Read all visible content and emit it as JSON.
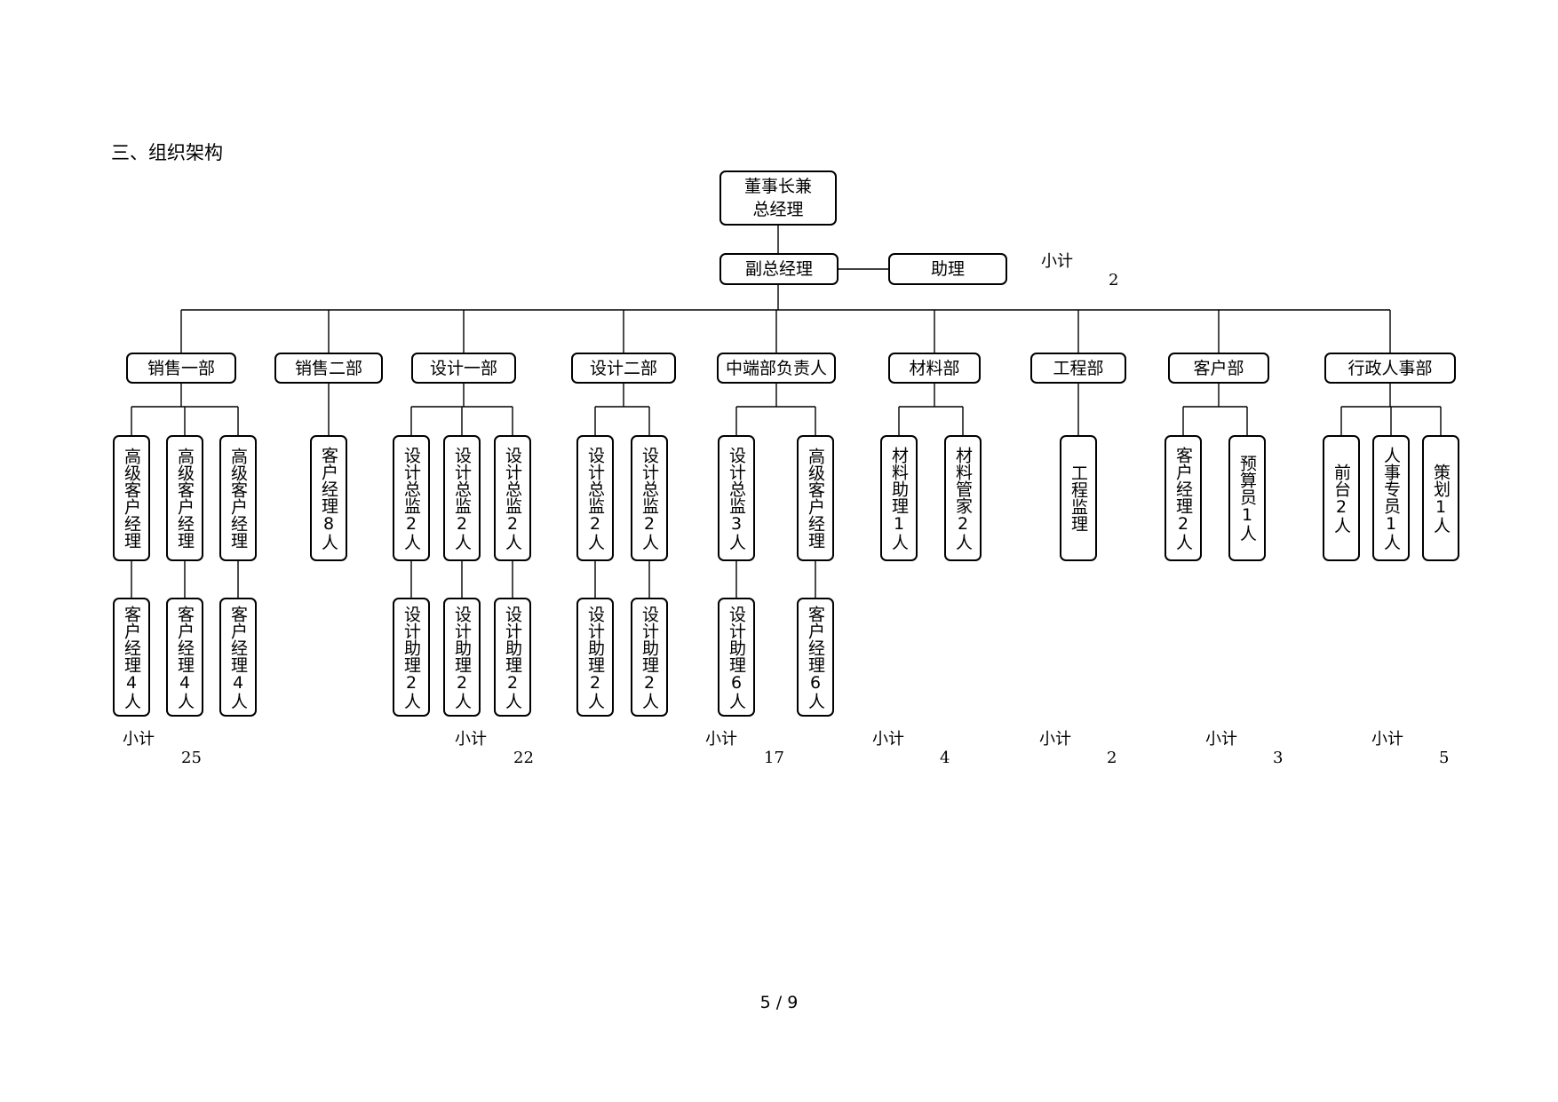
{
  "heading": "三、组织架构",
  "top": {
    "chairman": "董事长兼\n总经理",
    "vice": "副总经理",
    "assistant": "助理",
    "subtotal_label": "小计",
    "subtotal_value": "2"
  },
  "departments": [
    {
      "name": "销售一部",
      "level1": [
        "高级客户经理",
        "高级客户经理",
        "高级客户经理"
      ],
      "level2": [
        "客户经理4人",
        "客户经理4人",
        "客户经理4人"
      ]
    },
    {
      "name": "销售二部",
      "level1": [
        "客户经理8人"
      ],
      "level2": []
    },
    {
      "name": "设计一部",
      "level1": [
        "设计总监2人",
        "设计总监2人",
        "设计总监2人"
      ],
      "level2": [
        "设计助理2人",
        "设计助理2人",
        "设计助理2人"
      ]
    },
    {
      "name": "设计二部",
      "level1": [
        "设计总监2人",
        "设计总监2人"
      ],
      "level2": [
        "设计助理2人",
        "设计助理2人"
      ]
    },
    {
      "name": "中端部负责人",
      "level1": [
        "设计总监3人",
        "高级客户经理"
      ],
      "level2": [
        "设计助理6人",
        "客户经理6人"
      ]
    },
    {
      "name": "材料部",
      "level1": [
        "材料助理1人",
        "材料管家2人"
      ],
      "level2": []
    },
    {
      "name": "工程部",
      "level1": [
        "工程监理"
      ],
      "level2": []
    },
    {
      "name": "客户部",
      "level1": [
        "客户经理2人",
        "预算员1人"
      ],
      "level2": []
    },
    {
      "name": "行政人事部",
      "level1": [
        "前台2人",
        "人事专员1人",
        "策划1人"
      ],
      "level2": []
    }
  ],
  "subtotals": [
    {
      "label": "小计",
      "value": "25"
    },
    {
      "label": "小计",
      "value": "22"
    },
    {
      "label": "小计",
      "value": "17"
    },
    {
      "label": "小计",
      "value": "4"
    },
    {
      "label": "小计",
      "value": "2"
    },
    {
      "label": "小计",
      "value": "3"
    },
    {
      "label": "小计",
      "value": "5"
    }
  ],
  "page_indicator": "5 / 9"
}
